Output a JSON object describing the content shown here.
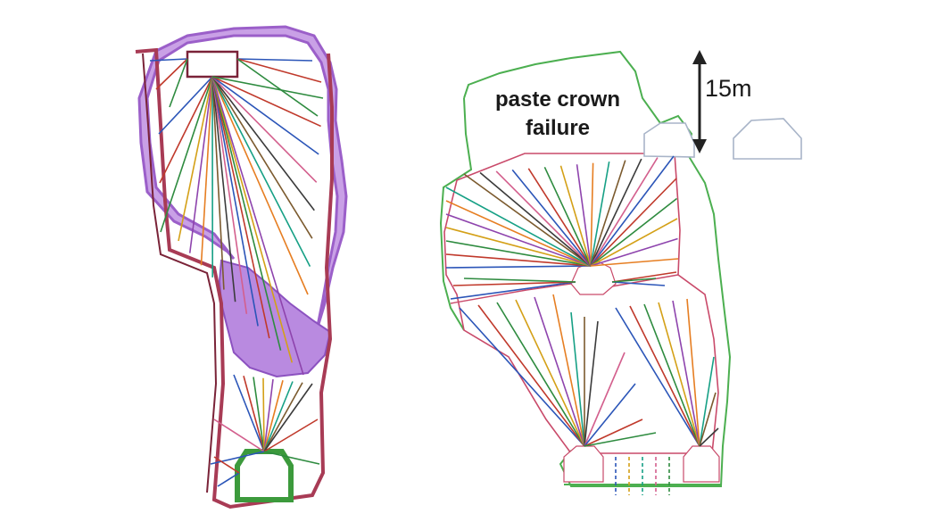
{
  "annotations": {
    "failure_line1": "paste crown",
    "failure_line2": "failure",
    "scale_label": "15m"
  },
  "colors": {
    "left_outline": "#a83b55",
    "overbreak": "#b27ad8",
    "left_drift": "#3c9a3c",
    "right_outline": "#4caf50",
    "stope_outline": "#c94a6a",
    "drift_outline": "#a8b4c8",
    "scale_arrow": "#222222",
    "drill_palette": [
      "#2b55b8",
      "#c0392b",
      "#2e8b3f",
      "#d4a017",
      "#8e44ad",
      "#e67e22",
      "#16a085",
      "#7b5a2e",
      "#3b3b3b",
      "#d35f8d"
    ]
  }
}
